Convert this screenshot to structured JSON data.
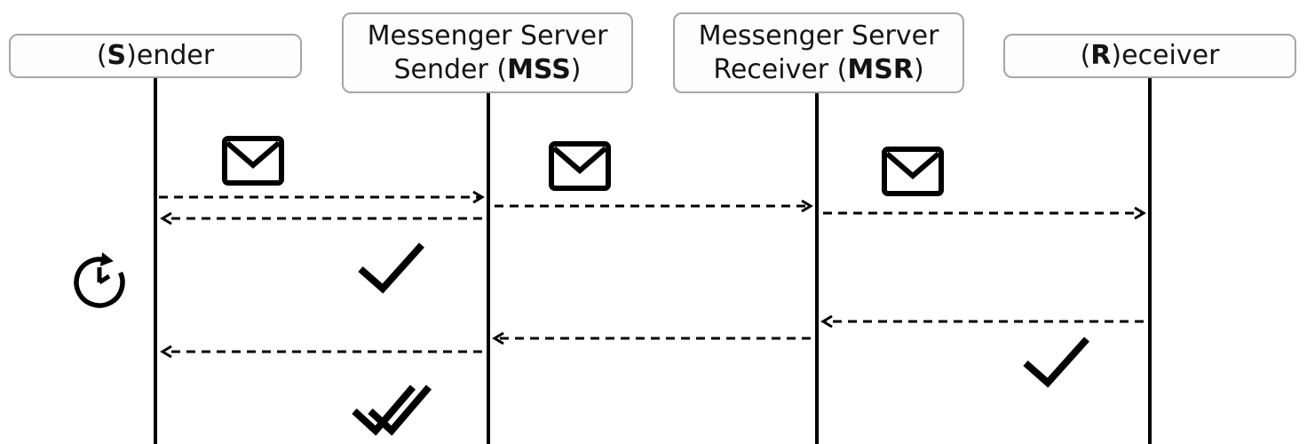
{
  "participants": [
    {
      "id": "sender",
      "lines": [
        {
          "pre": "(",
          "bold": "S",
          "post": ")ender"
        }
      ]
    },
    {
      "id": "mss",
      "lines": [
        {
          "pre": "Messenger Server",
          "bold": "",
          "post": ""
        },
        {
          "pre": "Sender (",
          "bold": "MSS",
          "post": ")"
        }
      ]
    },
    {
      "id": "msr",
      "lines": [
        {
          "pre": "Messenger Server",
          "bold": "",
          "post": ""
        },
        {
          "pre": "Receiver (",
          "bold": "MSR",
          "post": ")"
        }
      ]
    },
    {
      "id": "receiver",
      "lines": [
        {
          "pre": "(",
          "bold": "R",
          "post": ")eceiver"
        }
      ]
    }
  ],
  "icons": {
    "message": "envelope-icon",
    "waiting": "clock-clockwise-arrow-icon",
    "ack_single": "check-icon",
    "ack_double": "double-check-icon"
  },
  "flow": [
    {
      "from": "sender",
      "to": "mss",
      "style": "dashed",
      "icon": "envelope-icon"
    },
    {
      "from": "mss",
      "to": "sender",
      "style": "dashed",
      "icon": "check-icon"
    },
    {
      "from": "mss",
      "to": "msr",
      "style": "dashed",
      "icon": "envelope-icon"
    },
    {
      "from": "msr",
      "to": "receiver",
      "style": "dashed",
      "icon": "envelope-icon"
    },
    {
      "from": "receiver",
      "to": "msr",
      "style": "dashed",
      "icon": "check-icon"
    },
    {
      "from": "msr",
      "to": "mss",
      "style": "dashed",
      "icon": ""
    },
    {
      "from": "mss",
      "to": "sender",
      "style": "dashed",
      "icon": "double-check-icon"
    }
  ],
  "colors": {
    "stroke": "#000000",
    "box_border": "#a6a6a6",
    "box_background": "#fdfdfd",
    "text": "#141414",
    "page_background": "#ffffff"
  }
}
